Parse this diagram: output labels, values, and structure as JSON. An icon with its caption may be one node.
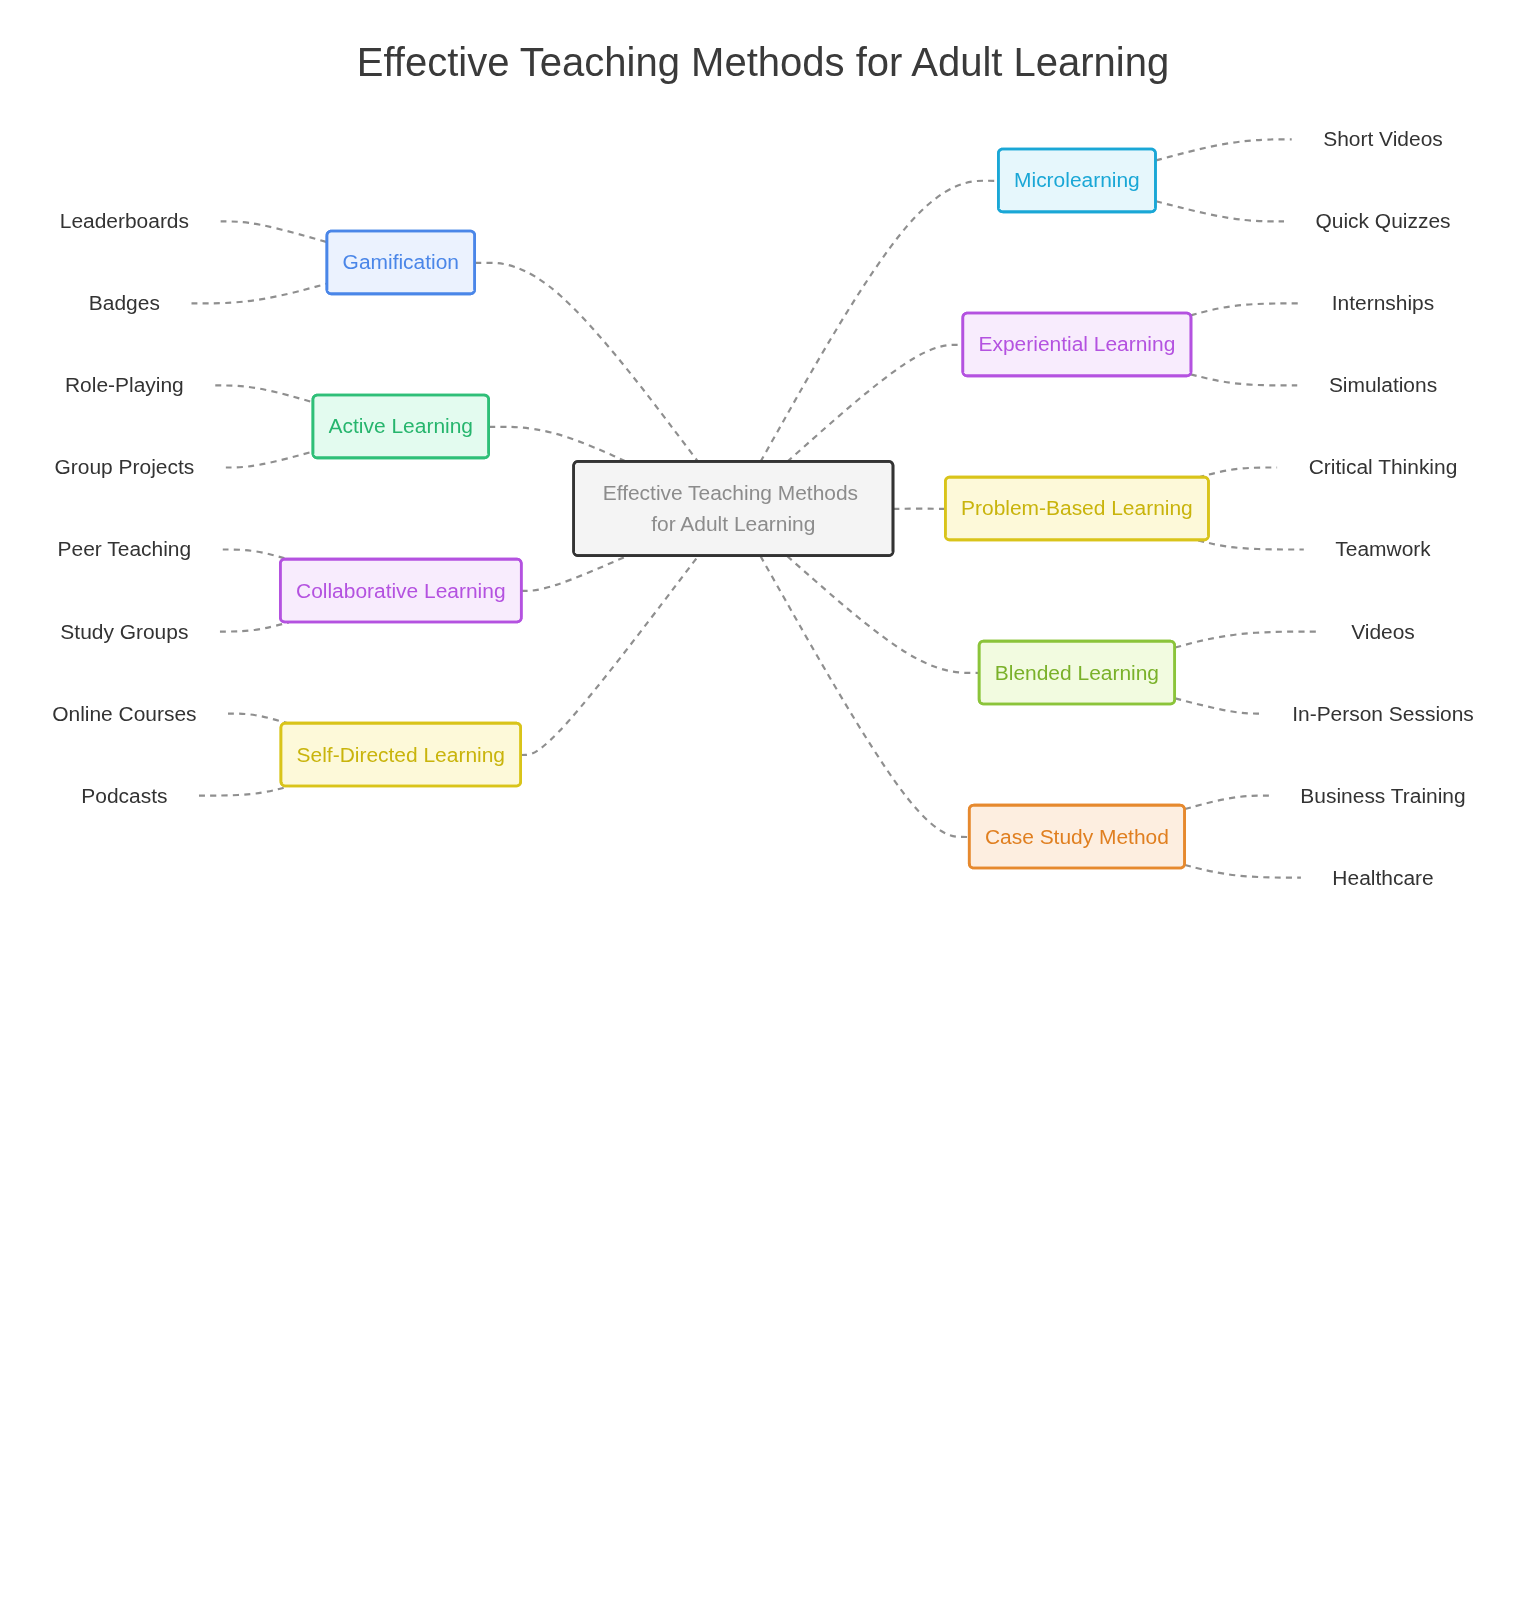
{
  "diagram": {
    "title": "Effective Teaching Methods for Adult Learning",
    "nodes": [
      {
        "text": [
          "Effective Teaching Methods for Adult Learning"
        ]
      },
      {
        "text": [
          "Gamification"
        ]
      },
      {
        "text": [
          "Leaderboards"
        ]
      },
      {
        "text": [
          "Badges"
        ]
      },
      {
        "text": [
          "Microlearning"
        ]
      },
      {
        "text": [
          "Short Videos"
        ]
      },
      {
        "text": [
          "Quick Quizzes"
        ]
      },
      {
        "text": [
          "Active Learning"
        ]
      },
      {
        "text": [
          "Role-Playing"
        ]
      },
      {
        "text": [
          "Group Projects"
        ]
      },
      {
        "text": [
          "Experiential Learning"
        ]
      },
      {
        "text": [
          "Internships"
        ]
      },
      {
        "text": [
          "Simulations"
        ]
      },
      {
        "text": [
          "Collaborative Learning"
        ]
      },
      {
        "text": [
          "Peer Teaching"
        ]
      },
      {
        "text": [
          "Study Groups"
        ]
      },
      {
        "text": [
          "Problem-Based Learning"
        ]
      },
      {
        "text": [
          "Critical Thinking"
        ]
      },
      {
        "text": [
          "Teamwork"
        ]
      },
      {
        "text": [
          "Self-Directed Learning"
        ]
      },
      {
        "text": [
          "Online Courses"
        ]
      },
      {
        "text": [
          "Podcasts"
        ]
      },
      {
        "text": [
          "Blended Learning"
        ]
      },
      {
        "text": [
          "Videos"
        ]
      },
      {
        "text": [
          "In-Person Sessions"
        ]
      },
      {
        "text": [
          "Case Study Method"
        ]
      },
      {
        "text": [
          "Business Training"
        ]
      },
      {
        "text": [
          "Healthcare"
        ]
      }
    ],
    "edges": [
      {
        "from": 1,
        "to": 0,
        "arrow": "none",
        "style": "dashed"
      },
      {
        "from": 2,
        "to": 1,
        "arrow": "none",
        "style": "dashed"
      },
      {
        "from": 3,
        "to": 1,
        "arrow": "none",
        "style": "dashed"
      },
      {
        "from": 0,
        "to": 4,
        "arrow": "none",
        "style": "dashed"
      },
      {
        "from": 4,
        "to": 5,
        "arrow": "none",
        "style": "dashed"
      },
      {
        "from": 4,
        "to": 6,
        "arrow": "none",
        "style": "dashed"
      },
      {
        "from": 7,
        "to": 0,
        "arrow": "none",
        "style": "dashed"
      },
      {
        "from": 8,
        "to": 7,
        "arrow": "none",
        "style": "dashed"
      },
      {
        "from": 9,
        "to": 7,
        "arrow": "none",
        "style": "dashed"
      },
      {
        "from": 0,
        "to": 10,
        "arrow": "none",
        "style": "dashed"
      },
      {
        "from": 10,
        "to": 11,
        "arrow": "none",
        "style": "dashed"
      },
      {
        "from": 10,
        "to": 12,
        "arrow": "none",
        "style": "dashed"
      },
      {
        "from": 13,
        "to": 0,
        "arrow": "none",
        "style": "dashed"
      },
      {
        "from": 14,
        "to": 13,
        "arrow": "none",
        "style": "dashed"
      },
      {
        "from": 15,
        "to": 13,
        "arrow": "none",
        "style": "dashed"
      },
      {
        "from": 0,
        "to": 16,
        "arrow": "none",
        "style": "dashed"
      },
      {
        "from": 16,
        "to": 17,
        "arrow": "none",
        "style": "dashed"
      },
      {
        "from": 16,
        "to": 18,
        "arrow": "none",
        "style": "dashed"
      },
      {
        "from": 19,
        "to": 0,
        "arrow": "none",
        "style": "dashed"
      },
      {
        "from": 20,
        "to": 19,
        "arrow": "none",
        "style": "dashed"
      },
      {
        "from": 21,
        "to": 19,
        "arrow": "none",
        "style": "dashed"
      },
      {
        "from": 0,
        "to": 22,
        "arrow": "none",
        "style": "dashed"
      },
      {
        "from": 22,
        "to": 23,
        "arrow": "none",
        "style": "dashed"
      },
      {
        "from": 22,
        "to": 24,
        "arrow": "none",
        "style": "dashed"
      },
      {
        "from": 0,
        "to": 25,
        "arrow": "none",
        "style": "dashed"
      },
      {
        "from": 25,
        "to": 26,
        "arrow": "none",
        "style": "dashed"
      },
      {
        "from": 25,
        "to": 27,
        "arrow": "none",
        "style": "dashed"
      }
    ]
  }
}
